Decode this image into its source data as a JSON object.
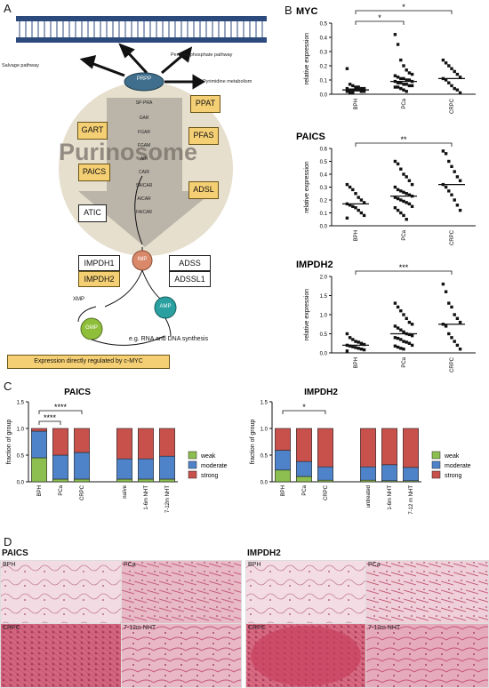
{
  "panels": {
    "a": "A",
    "b": "B",
    "c": "C",
    "d": "D"
  },
  "pathway": {
    "side_labels": {
      "salvage": "Salvage pathway",
      "pentose": "Pentose phosphate pathway",
      "pyrimidine": "Pyrimidine metabolism"
    },
    "prpp": "PRPP",
    "center_word": "Purinosome",
    "intermediates": [
      "SP-PRA",
      "GAR",
      "FGAR",
      "FGAM",
      "AIR",
      "CAIR",
      "SAICAR",
      "AICAR",
      "FAICAR"
    ],
    "enzymes": {
      "ppat": "PPAT",
      "gart": "GART",
      "pfas": "PFAS",
      "paics": "PAICS",
      "adsl": "ADSL",
      "atic": "ATIC",
      "impdh1": "IMPDH1",
      "impdh2": "IMPDH2",
      "adss": "ADSS",
      "adssl1": "ADSSL1"
    },
    "imp": "IMP",
    "xmp": "XMP",
    "gmp": "GMP",
    "amp": "AMP",
    "synthesis": "e.g. RNA and DNA synthesis",
    "legend": "Expression directly regulated by c-MYC",
    "colors": {
      "yellow": "#f5cf74",
      "prpp": "#3f6f8c",
      "imp": "#d9896a",
      "gmp": "#8fbf3a",
      "amp": "#2aa0a0"
    }
  },
  "chart_data": [
    {
      "type": "scatter",
      "title": "MYC",
      "ylabel": "relative expression",
      "categories": [
        "BPH",
        "PCa",
        "CRPC"
      ],
      "ylim": [
        0,
        0.5
      ],
      "yticks": [
        "0.0",
        "0.1",
        "0.2",
        "0.3",
        "0.4",
        "0.5"
      ],
      "medians": [
        0.03,
        0.09,
        0.11
      ],
      "points": [
        [
          0.18,
          0.07,
          0.06,
          0.05,
          0.05,
          0.04,
          0.04,
          0.04,
          0.03,
          0.03,
          0.03,
          0.03,
          0.02,
          0.02,
          0.02,
          0.01,
          0.01
        ],
        [
          0.42,
          0.35,
          0.24,
          0.2,
          0.17,
          0.15,
          0.14,
          0.13,
          0.12,
          0.11,
          0.11,
          0.1,
          0.1,
          0.09,
          0.09,
          0.08,
          0.08,
          0.07,
          0.07,
          0.06,
          0.06,
          0.05,
          0.05,
          0.04,
          0.03,
          0.02
        ],
        [
          0.24,
          0.22,
          0.2,
          0.18,
          0.16,
          0.14,
          0.12,
          0.11,
          0.1,
          0.08,
          0.06,
          0.04,
          0.03,
          0.01
        ]
      ],
      "significance": [
        {
          "from": 0,
          "to": 1,
          "label": "*"
        },
        {
          "from": 0,
          "to": 2,
          "label": "*"
        }
      ]
    },
    {
      "type": "scatter",
      "title": "PAICS",
      "ylabel": "relative expression",
      "categories": [
        "BPH",
        "PCa",
        "CRPC"
      ],
      "ylim": [
        0,
        0.6
      ],
      "yticks": [
        "0.0",
        "0.1",
        "0.2",
        "0.3",
        "0.4",
        "0.5",
        "0.6"
      ],
      "medians": [
        0.17,
        0.23,
        0.32
      ],
      "points": [
        [
          0.32,
          0.3,
          0.28,
          0.25,
          0.22,
          0.2,
          0.18,
          0.17,
          0.16,
          0.15,
          0.14,
          0.12,
          0.1,
          0.08,
          0.06
        ],
        [
          0.5,
          0.48,
          0.44,
          0.4,
          0.38,
          0.35,
          0.32,
          0.3,
          0.28,
          0.27,
          0.26,
          0.25,
          0.24,
          0.23,
          0.22,
          0.21,
          0.2,
          0.19,
          0.18,
          0.17,
          0.15,
          0.14,
          0.12,
          0.1,
          0.08,
          0.05
        ],
        [
          0.58,
          0.56,
          0.5,
          0.46,
          0.42,
          0.38,
          0.35,
          0.32,
          0.3,
          0.27,
          0.24,
          0.2,
          0.16,
          0.12
        ]
      ],
      "significance": [
        {
          "from": 0,
          "to": 2,
          "label": "**"
        }
      ]
    },
    {
      "type": "scatter",
      "title": "IMPDH2",
      "ylabel": "relative expression",
      "categories": [
        "BPH",
        "PCa",
        "CRPC"
      ],
      "ylim": [
        0,
        2.0
      ],
      "yticks": [
        "0.0",
        "0.5",
        "1.0",
        "1.5",
        "2.0"
      ],
      "medians": [
        0.2,
        0.5,
        0.75
      ],
      "points": [
        [
          0.5,
          0.4,
          0.35,
          0.3,
          0.28,
          0.25,
          0.22,
          0.2,
          0.18,
          0.16,
          0.14,
          0.12,
          0.1,
          0.08,
          0.05
        ],
        [
          1.3,
          1.2,
          1.1,
          1.0,
          0.9,
          0.8,
          0.75,
          0.7,
          0.65,
          0.6,
          0.55,
          0.5,
          0.48,
          0.45,
          0.4,
          0.38,
          0.35,
          0.3,
          0.28,
          0.25,
          0.2,
          0.18,
          0.15,
          0.12,
          0.1
        ],
        [
          1.8,
          1.6,
          1.3,
          1.2,
          1.0,
          0.9,
          0.8,
          0.75,
          0.7,
          0.5,
          0.4,
          0.3,
          0.2,
          0.1
        ]
      ],
      "significance": [
        {
          "from": 0,
          "to": 2,
          "label": "***"
        }
      ]
    },
    {
      "type": "bar",
      "stacked": true,
      "title": "PAICS",
      "ylabel": "fraction of group",
      "ylim": [
        0,
        1.5
      ],
      "yticks": [
        "0.0",
        "0.5",
        "1.0",
        "1.5"
      ],
      "categories": [
        "BPH",
        "PCa",
        "CRPC",
        "",
        "naïve",
        "1-6m NHT",
        "7-12m NHT"
      ],
      "series": [
        {
          "name": "weak",
          "color": "#8cbf4f",
          "values": [
            0.45,
            0.05,
            0.05,
            null,
            0.05,
            0.05,
            0.05
          ]
        },
        {
          "name": "moderate",
          "color": "#4f83c9",
          "values": [
            0.5,
            0.45,
            0.5,
            null,
            0.38,
            0.38,
            0.43
          ]
        },
        {
          "name": "strong",
          "color": "#c9514c",
          "values": [
            0.05,
            0.5,
            0.45,
            null,
            0.57,
            0.57,
            0.52
          ]
        }
      ],
      "significance": [
        {
          "from": 0,
          "to": 1,
          "label": "****"
        },
        {
          "from": 0,
          "to": 2,
          "label": "****"
        }
      ]
    },
    {
      "type": "bar",
      "stacked": true,
      "title": "IMPDH2",
      "ylabel": "fraction of group",
      "ylim": [
        0,
        1.5
      ],
      "yticks": [
        "0.0",
        "0.5",
        "1.0",
        "1.5"
      ],
      "categories": [
        "BPH",
        "PCa",
        "CRPC",
        "",
        "untreated",
        "1-6m NHT",
        "7-12 m NHT"
      ],
      "series": [
        {
          "name": "weak",
          "color": "#8cbf4f",
          "values": [
            0.22,
            0.1,
            0.03,
            null,
            0.03,
            0.02,
            0.02
          ]
        },
        {
          "name": "moderate",
          "color": "#4f83c9",
          "values": [
            0.37,
            0.28,
            0.25,
            null,
            0.25,
            0.3,
            0.25
          ]
        },
        {
          "name": "strong",
          "color": "#c9514c",
          "values": [
            0.41,
            0.62,
            0.72,
            null,
            0.72,
            0.68,
            0.73
          ]
        }
      ],
      "significance": [
        {
          "from": 0,
          "to": 2,
          "label": "*"
        }
      ]
    }
  ],
  "histology": {
    "left_title": "PAICS",
    "right_title": "IMPDH2",
    "left_tiles": [
      "BPH",
      "PCa",
      "CRPC",
      "7-12m NHT"
    ],
    "right_tiles": [
      "BPH",
      "PCa",
      "CRPC",
      "7-12m NHT"
    ]
  }
}
